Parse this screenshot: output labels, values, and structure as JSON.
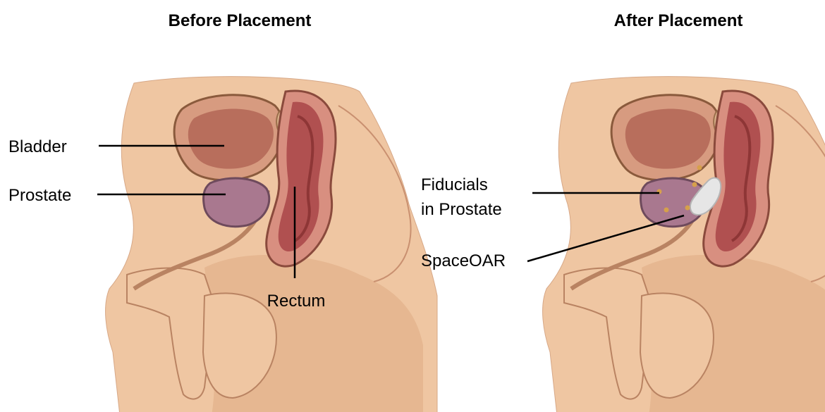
{
  "panels": [
    {
      "title": "Before Placement",
      "labels": {
        "bladder": "Bladder",
        "prostate": "Prostate",
        "rectum": "Rectum"
      }
    },
    {
      "title": "After Placement",
      "labels": {
        "fiducials_line1": "Fiducials",
        "fiducials_line2": "in Prostate",
        "spaceoar": "SpaceOAR"
      }
    }
  ],
  "colors": {
    "skin": "#efc6a2",
    "skin_shade": "#d9a57e",
    "outline": "#8a5a3c",
    "bladder": "#b86e5c",
    "bladder_inner": "#c97f68",
    "prostate": "#a9788f",
    "rectum": "#b05050",
    "rectum_inner": "#8e3636",
    "seminal": "#d9b08a",
    "spaceoar": "#e6e6e6",
    "fiducial": "#d6a04b"
  }
}
